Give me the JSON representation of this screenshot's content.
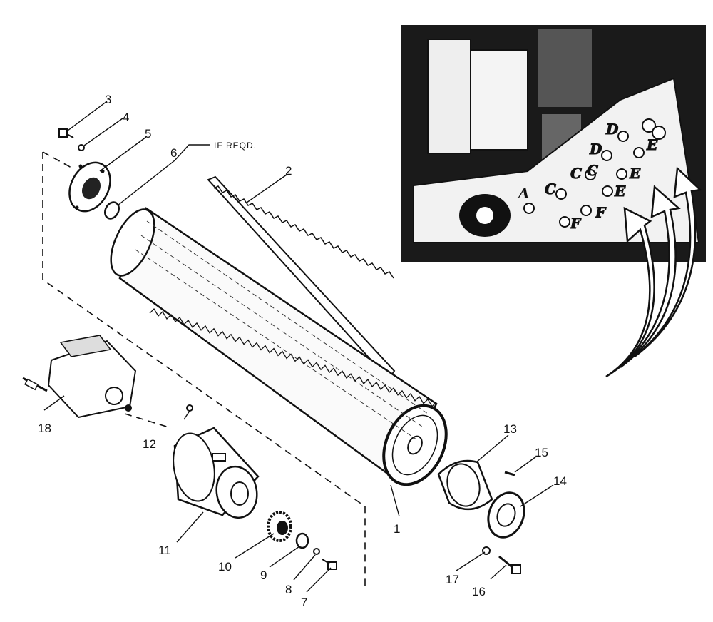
{
  "note": "IF REQD.",
  "callouts": [
    "1",
    "2",
    "3",
    "4",
    "5",
    "6",
    "7",
    "8",
    "9",
    "10",
    "11",
    "12",
    "13",
    "14",
    "15",
    "16",
    "17",
    "18"
  ],
  "inset_letters": [
    "A",
    "C",
    "C",
    "C",
    "D",
    "D",
    "E",
    "E",
    "E",
    "F",
    "F"
  ]
}
